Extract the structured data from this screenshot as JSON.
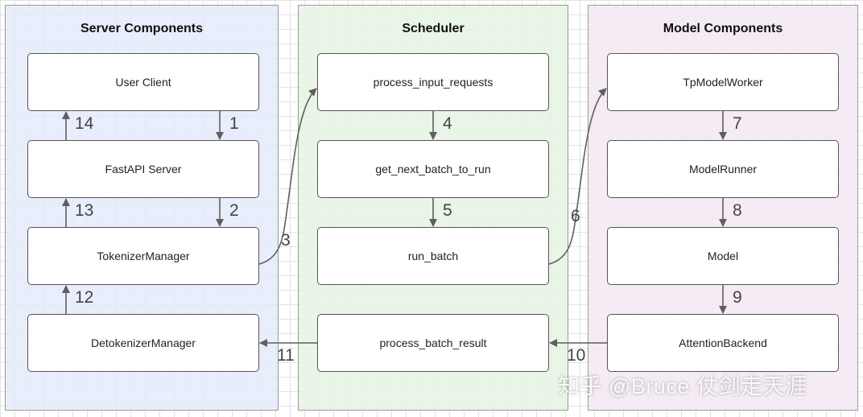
{
  "panels": {
    "server": {
      "title": "Server Components",
      "nodes": {
        "user_client": "User Client",
        "fastapi_server": "FastAPI Server",
        "tokenizer_manager": "TokenizerManager",
        "detokenizer_manager": "DetokenizerManager"
      }
    },
    "scheduler": {
      "title": "Scheduler",
      "nodes": {
        "process_input_requests": "process_input_requests",
        "get_next_batch_to_run": "get_next_batch_to_run",
        "run_batch": "run_batch",
        "process_batch_result": "process_batch_result"
      }
    },
    "model": {
      "title": "Model Components",
      "nodes": {
        "tp_model_worker": "TpModelWorker",
        "model_runner": "ModelRunner",
        "model": "Model",
        "attention_backend": "AttentionBackend"
      }
    }
  },
  "steps": {
    "s1": "1",
    "s2": "2",
    "s3": "3",
    "s4": "4",
    "s5": "5",
    "s6": "6",
    "s7": "7",
    "s8": "8",
    "s9": "9",
    "s10": "10",
    "s11": "11",
    "s12": "12",
    "s13": "13",
    "s14": "14"
  },
  "watermark": "知乎 @Bruce 仗剑走天涯",
  "colors": {
    "server_panel": "#e2eafb",
    "scheduler_panel": "#e5f3e2",
    "model_panel": "#f3e8f3",
    "arrow": "#5f5f5f"
  }
}
